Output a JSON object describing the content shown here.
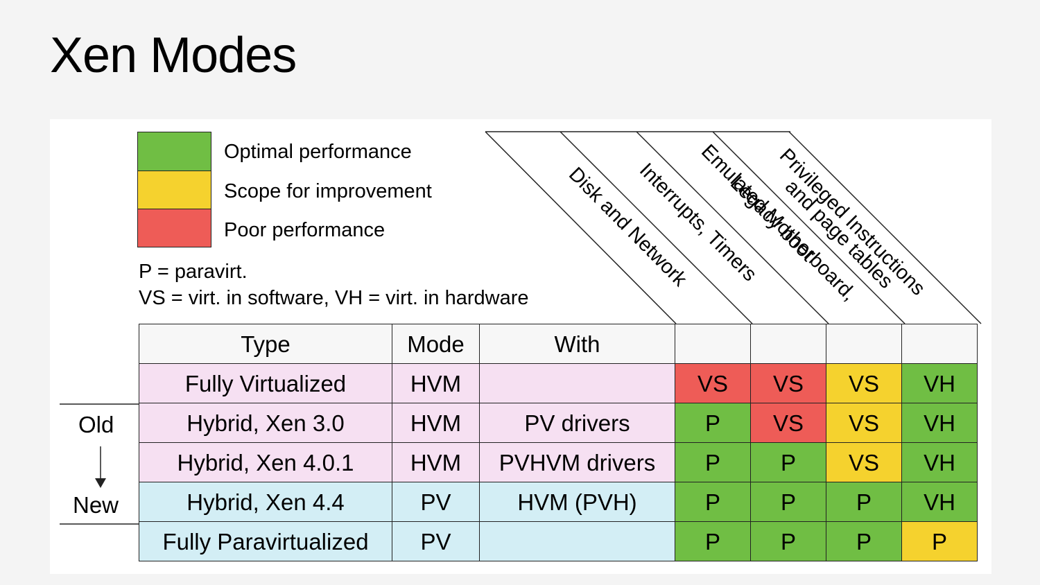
{
  "title": "Xen Modes",
  "legend": [
    {
      "label": "Optimal performance",
      "color": "#70be44"
    },
    {
      "label": "Scope for improvement",
      "color": "#f5d22e"
    },
    {
      "label": "Poor performance",
      "color": "#ee5c57"
    }
  ],
  "notes": {
    "line1": "P = paravirt.",
    "line2": "VS = virt. in software, VH = virt. in hardware"
  },
  "columns": {
    "type": "Type",
    "mode": "Mode",
    "with": "With",
    "categories": [
      {
        "line1": "Disk and Network",
        "line2": ""
      },
      {
        "line1": "Interrupts, Timers",
        "line2": ""
      },
      {
        "line1": "Emulated Motherboard,",
        "line2": "Legacy boot"
      },
      {
        "line1": "Privileged Instructions",
        "line2": "and page tables"
      }
    ]
  },
  "rows": [
    {
      "type": "Fully Virtualized",
      "mode": "HVM",
      "with": "",
      "tint": "pink",
      "cells": [
        {
          "v": "VS",
          "c": "red"
        },
        {
          "v": "VS",
          "c": "red"
        },
        {
          "v": "VS",
          "c": "yellow"
        },
        {
          "v": "VH",
          "c": "green"
        }
      ]
    },
    {
      "type": "Hybrid, Xen 3.0",
      "mode": "HVM",
      "with": "PV drivers",
      "tint": "pink",
      "cells": [
        {
          "v": "P",
          "c": "green"
        },
        {
          "v": "VS",
          "c": "red"
        },
        {
          "v": "VS",
          "c": "yellow"
        },
        {
          "v": "VH",
          "c": "green"
        }
      ]
    },
    {
      "type": "Hybrid, Xen 4.0.1",
      "mode": "HVM",
      "with": "PVHVM drivers",
      "tint": "pink",
      "cells": [
        {
          "v": "P",
          "c": "green"
        },
        {
          "v": "P",
          "c": "green"
        },
        {
          "v": "VS",
          "c": "yellow"
        },
        {
          "v": "VH",
          "c": "green"
        }
      ]
    },
    {
      "type": "Hybrid, Xen 4.4",
      "mode": "PV",
      "with": "HVM (PVH)",
      "tint": "blue",
      "cells": [
        {
          "v": "P",
          "c": "green"
        },
        {
          "v": "P",
          "c": "green"
        },
        {
          "v": "P",
          "c": "green"
        },
        {
          "v": "VH",
          "c": "green"
        }
      ]
    },
    {
      "type": "Fully Paravirtualized",
      "mode": "PV",
      "with": "",
      "tint": "blue",
      "cells": [
        {
          "v": "P",
          "c": "green"
        },
        {
          "v": "P",
          "c": "green"
        },
        {
          "v": "P",
          "c": "green"
        },
        {
          "v": "P",
          "c": "yellow"
        }
      ]
    }
  ],
  "timeline": {
    "old": "Old",
    "new": "New"
  }
}
